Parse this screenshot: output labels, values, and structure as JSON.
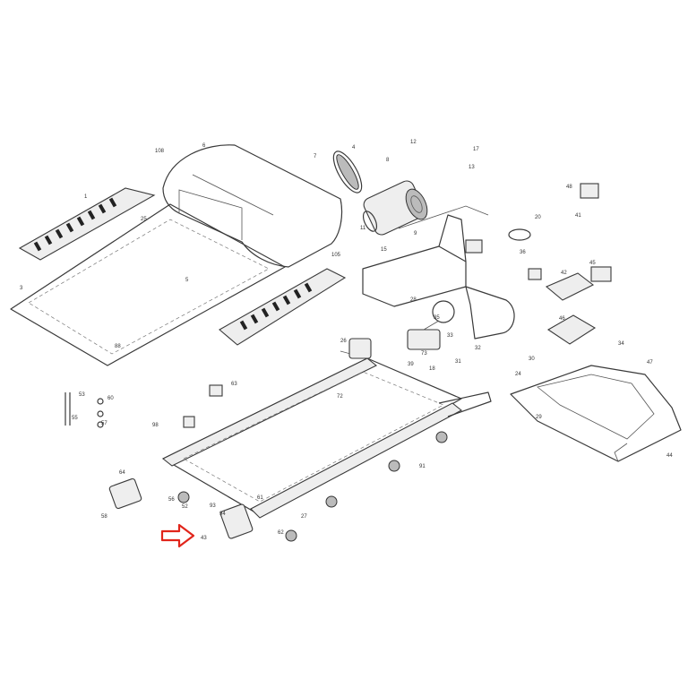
{
  "diagram": {
    "arrow_color": "#e1251b",
    "line_color": "#3a3a3a",
    "highlighted_part": "43",
    "callouts": [
      {
        "label": "108"
      },
      {
        "label": "6"
      },
      {
        "label": "7"
      },
      {
        "label": "4"
      },
      {
        "label": "25"
      },
      {
        "label": "1"
      },
      {
        "label": "3"
      },
      {
        "label": "88"
      },
      {
        "label": "105"
      },
      {
        "label": "5"
      },
      {
        "label": "12"
      },
      {
        "label": "13"
      },
      {
        "label": "8"
      },
      {
        "label": "9"
      },
      {
        "label": "11"
      },
      {
        "label": "15"
      },
      {
        "label": "48"
      },
      {
        "label": "41"
      },
      {
        "label": "20"
      },
      {
        "label": "36"
      },
      {
        "label": "28"
      },
      {
        "label": "35"
      },
      {
        "label": "33"
      },
      {
        "label": "39"
      },
      {
        "label": "45"
      },
      {
        "label": "42"
      },
      {
        "label": "34"
      },
      {
        "label": "46"
      },
      {
        "label": "31"
      },
      {
        "label": "32"
      },
      {
        "label": "30"
      },
      {
        "label": "24"
      },
      {
        "label": "29"
      },
      {
        "label": "47"
      },
      {
        "label": "44"
      },
      {
        "label": "72"
      },
      {
        "label": "63"
      },
      {
        "label": "98"
      },
      {
        "label": "60"
      },
      {
        "label": "53"
      },
      {
        "label": "55"
      },
      {
        "label": "57"
      },
      {
        "label": "64"
      },
      {
        "label": "58"
      },
      {
        "label": "56"
      },
      {
        "label": "93"
      },
      {
        "label": "94"
      },
      {
        "label": "61"
      },
      {
        "label": "27"
      },
      {
        "label": "62"
      },
      {
        "label": "43"
      },
      {
        "label": "52"
      },
      {
        "label": "91"
      },
      {
        "label": "17"
      },
      {
        "label": "18"
      },
      {
        "label": "73"
      },
      {
        "label": "26"
      }
    ]
  }
}
